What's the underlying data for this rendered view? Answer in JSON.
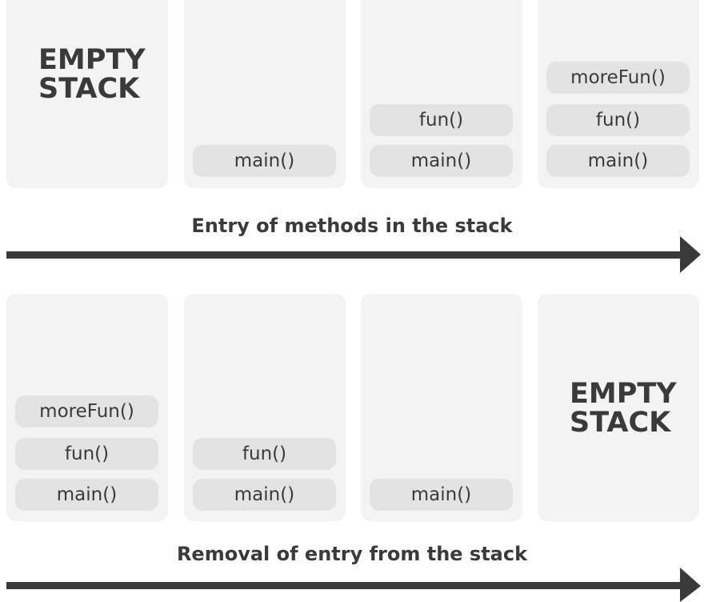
{
  "top": {
    "empty_label": "EMPTY\nSTACK",
    "panel2": [
      "main()"
    ],
    "panel3": [
      "fun()",
      "main()"
    ],
    "panel4": [
      "moreFun()",
      "fun()",
      "main()"
    ],
    "caption": "Entry of methods in the stack"
  },
  "bottom": {
    "panel1": [
      "moreFun()",
      "fun()",
      "main()"
    ],
    "panel2": [
      "fun()",
      "main()"
    ],
    "panel3": [
      "main()"
    ],
    "empty_label": "EMPTY\nSTACK",
    "caption": "Removal of entry from the stack"
  },
  "colors": {
    "panel": "#f3f3f3",
    "frame": "#e3e3e3",
    "text": "#3a3a3a",
    "arrow": "#3a3a3a"
  }
}
